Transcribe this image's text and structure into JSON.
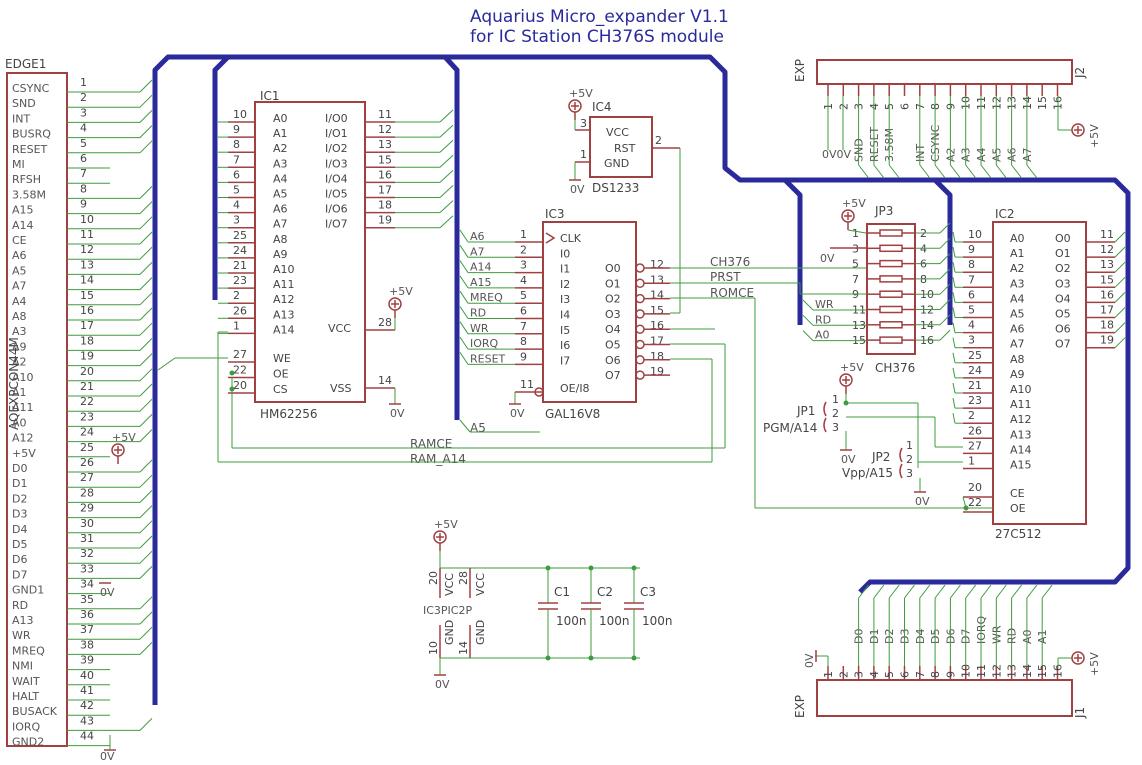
{
  "title": {
    "line1": "Aquarius Micro_expander V1.1",
    "line2": "for IC Station CH376S module"
  },
  "power": {
    "vcc": "+5V",
    "gnd": "0V"
  },
  "edge": {
    "name": "EDGE1",
    "part": "AQEXPCON44M",
    "pins": [
      {
        "n": "1",
        "s": "CSYNC"
      },
      {
        "n": "2",
        "s": "SND"
      },
      {
        "n": "3",
        "s": "INT"
      },
      {
        "n": "4",
        "s": "BUSRQ"
      },
      {
        "n": "5",
        "s": "RESET"
      },
      {
        "n": "6",
        "s": "MI"
      },
      {
        "n": "7",
        "s": "RFSH"
      },
      {
        "n": "8",
        "s": "3.58M"
      },
      {
        "n": "9",
        "s": "A15"
      },
      {
        "n": "10",
        "s": "A14"
      },
      {
        "n": "11",
        "s": "CE"
      },
      {
        "n": "12",
        "s": "A6"
      },
      {
        "n": "13",
        "s": "A5"
      },
      {
        "n": "14",
        "s": "A7"
      },
      {
        "n": "15",
        "s": "A4"
      },
      {
        "n": "16",
        "s": "A8"
      },
      {
        "n": "17",
        "s": "A3"
      },
      {
        "n": "18",
        "s": "A9"
      },
      {
        "n": "19",
        "s": "A2"
      },
      {
        "n": "20",
        "s": "A10"
      },
      {
        "n": "21",
        "s": "A1"
      },
      {
        "n": "22",
        "s": "A11"
      },
      {
        "n": "23",
        "s": "A0"
      },
      {
        "n": "24",
        "s": "A12"
      },
      {
        "n": "25",
        "s": "+5V"
      },
      {
        "n": "26",
        "s": "D0"
      },
      {
        "n": "27",
        "s": "D1"
      },
      {
        "n": "28",
        "s": "D2"
      },
      {
        "n": "29",
        "s": "D3"
      },
      {
        "n": "30",
        "s": "D4"
      },
      {
        "n": "31",
        "s": "D5"
      },
      {
        "n": "32",
        "s": "D6"
      },
      {
        "n": "33",
        "s": "D7"
      },
      {
        "n": "34",
        "s": "GND1"
      },
      {
        "n": "35",
        "s": "RD"
      },
      {
        "n": "36",
        "s": "A13"
      },
      {
        "n": "37",
        "s": "WR"
      },
      {
        "n": "38",
        "s": "MREQ"
      },
      {
        "n": "39",
        "s": "NMI"
      },
      {
        "n": "40",
        "s": "WAIT"
      },
      {
        "n": "41",
        "s": "HALT"
      },
      {
        "n": "42",
        "s": "BUSACK"
      },
      {
        "n": "43",
        "s": "IORQ"
      },
      {
        "n": "44",
        "s": "GND2"
      }
    ]
  },
  "ic1": {
    "name": "IC1",
    "part": "HM62256",
    "left": [
      {
        "n": "10",
        "s": "A0"
      },
      {
        "n": "9",
        "s": "A1"
      },
      {
        "n": "8",
        "s": "A2"
      },
      {
        "n": "7",
        "s": "A3"
      },
      {
        "n": "6",
        "s": "A4"
      },
      {
        "n": "5",
        "s": "A5"
      },
      {
        "n": "4",
        "s": "A6"
      },
      {
        "n": "3",
        "s": "A7"
      },
      {
        "n": "25",
        "s": "A8"
      },
      {
        "n": "24",
        "s": "A9"
      },
      {
        "n": "21",
        "s": "A10"
      },
      {
        "n": "23",
        "s": "A11"
      },
      {
        "n": "2",
        "s": "A12"
      },
      {
        "n": "26",
        "s": "A13"
      },
      {
        "n": "1",
        "s": "A14"
      }
    ],
    "left2": [
      {
        "n": "27",
        "s": "WE"
      },
      {
        "n": "22",
        "s": "OE"
      },
      {
        "n": "20",
        "s": "CS"
      }
    ],
    "right": [
      {
        "n": "11",
        "s": "I/O0"
      },
      {
        "n": "12",
        "s": "I/O1"
      },
      {
        "n": "13",
        "s": "I/O2"
      },
      {
        "n": "15",
        "s": "I/O3"
      },
      {
        "n": "16",
        "s": "I/O4"
      },
      {
        "n": "17",
        "s": "I/O5"
      },
      {
        "n": "18",
        "s": "I/O6"
      },
      {
        "n": "19",
        "s": "I/O7"
      }
    ],
    "vcc": {
      "n": "28",
      "s": "VCC"
    },
    "vss": {
      "n": "14",
      "s": "VSS"
    }
  },
  "ic3": {
    "name": "IC3",
    "part": "GAL16V8",
    "left": [
      {
        "n": "1",
        "s": "CLK"
      },
      {
        "n": "2",
        "s": "I0"
      },
      {
        "n": "3",
        "s": "I1"
      },
      {
        "n": "4",
        "s": "I2"
      },
      {
        "n": "5",
        "s": "I3"
      },
      {
        "n": "6",
        "s": "I4"
      },
      {
        "n": "7",
        "s": "I5"
      },
      {
        "n": "8",
        "s": "I6"
      },
      {
        "n": "9",
        "s": "I7"
      },
      {
        "n": "11",
        "s": "OE/I8"
      }
    ],
    "left_nets": [
      "A6",
      "A7",
      "A14",
      "A15",
      "MREQ",
      "RD",
      "WR",
      "IORQ",
      "RESET"
    ],
    "right": [
      {
        "n": "12",
        "s": "O0"
      },
      {
        "n": "13",
        "s": "O1"
      },
      {
        "n": "14",
        "s": "O2"
      },
      {
        "n": "15",
        "s": "O3"
      },
      {
        "n": "16",
        "s": "O4"
      },
      {
        "n": "17",
        "s": "O5"
      },
      {
        "n": "18",
        "s": "O6"
      },
      {
        "n": "19",
        "s": "O7"
      }
    ],
    "a5": "A5"
  },
  "ic4": {
    "name": "IC4",
    "part": "DS1233",
    "pins": [
      {
        "n": "3",
        "s": "VCC"
      },
      {
        "n": "1",
        "s": "GND"
      },
      {
        "n": "2",
        "s": "RST"
      }
    ]
  },
  "jp3": {
    "name": "JP3",
    "part": "CH376",
    "left": [
      "1",
      "3",
      "5",
      "7",
      "9",
      "11",
      "13",
      "15"
    ],
    "right": [
      "2",
      "4",
      "6",
      "8",
      "10",
      "12",
      "14",
      "16"
    ],
    "nets": [
      "WR",
      "RD",
      "A0"
    ]
  },
  "ic2": {
    "name": "IC2",
    "part": "27C512",
    "left": [
      {
        "n": "10",
        "s": "A0"
      },
      {
        "n": "9",
        "s": "A1"
      },
      {
        "n": "8",
        "s": "A2"
      },
      {
        "n": "7",
        "s": "A3"
      },
      {
        "n": "6",
        "s": "A4"
      },
      {
        "n": "5",
        "s": "A5"
      },
      {
        "n": "4",
        "s": "A6"
      },
      {
        "n": "3",
        "s": "A7"
      },
      {
        "n": "25",
        "s": "A8"
      },
      {
        "n": "24",
        "s": "A9"
      },
      {
        "n": "21",
        "s": "A10"
      },
      {
        "n": "23",
        "s": "A11"
      },
      {
        "n": "2",
        "s": "A12"
      },
      {
        "n": "26",
        "s": "A13"
      },
      {
        "n": "27",
        "s": "A14"
      },
      {
        "n": "1",
        "s": "A15"
      }
    ],
    "left2": [
      {
        "n": "20",
        "s": "CE"
      },
      {
        "n": "22",
        "s": "OE"
      }
    ],
    "right": [
      {
        "n": "11",
        "s": "O0"
      },
      {
        "n": "12",
        "s": "O1"
      },
      {
        "n": "13",
        "s": "O2"
      },
      {
        "n": "15",
        "s": "O3"
      },
      {
        "n": "16",
        "s": "O4"
      },
      {
        "n": "17",
        "s": "O5"
      },
      {
        "n": "18",
        "s": "O6"
      },
      {
        "n": "19",
        "s": "O7"
      }
    ]
  },
  "nets": {
    "ch376": "CH376",
    "prst": "PRST",
    "romce": "ROMCE",
    "ramce": "RAMCE",
    "ram_a14": "RAM_A14"
  },
  "jp1": {
    "name": "JP1",
    "label": "PGM/A14",
    "pins": [
      "1",
      "2",
      "3"
    ]
  },
  "jp2": {
    "name": "JP2",
    "label": "Vpp/A15",
    "pins": [
      "1",
      "2",
      "3"
    ]
  },
  "j2": {
    "name": "J2",
    "tag": "EXP",
    "pins": [
      "1",
      "2",
      "3",
      "4",
      "5",
      "6",
      "7",
      "8",
      "9",
      "10",
      "11",
      "12",
      "13",
      "14",
      "15",
      "16"
    ],
    "sigs": [
      "",
      "",
      "SND",
      "RESET",
      "3.58M",
      "",
      "INT",
      "CSYNC",
      "A2",
      "A3",
      "A4",
      "A5",
      "A6",
      "A7",
      "",
      ""
    ]
  },
  "j1": {
    "name": "J1",
    "tag": "EXP",
    "pins": [
      "1",
      "2",
      "3",
      "4",
      "5",
      "6",
      "7",
      "8",
      "9",
      "10",
      "11",
      "12",
      "13",
      "14",
      "15",
      "16"
    ],
    "sigs": [
      "",
      "",
      "D0",
      "D1",
      "D2",
      "D3",
      "D4",
      "D5",
      "D6",
      "D7",
      "IORQ",
      "WR",
      "RD",
      "A0",
      "A1",
      ""
    ]
  },
  "caps": {
    "pwr_ref": "IC3PIC2P",
    "vcc_pins": [
      "20",
      "28"
    ],
    "gnd_pins": [
      "10",
      "14"
    ],
    "pin_vcc": "VCC",
    "pin_gnd": "GND",
    "items": [
      {
        "name": "C1",
        "value": "100n"
      },
      {
        "name": "C2",
        "value": "100n"
      },
      {
        "name": "C3",
        "value": "100n"
      }
    ]
  }
}
